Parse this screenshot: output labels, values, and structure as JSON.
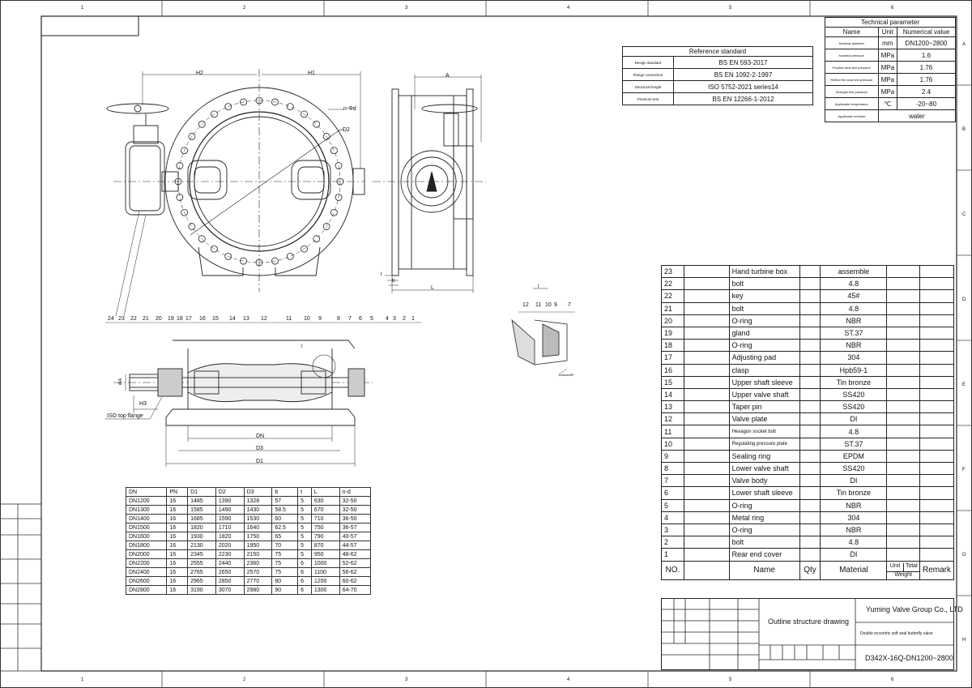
{
  "zones_top": [
    "1",
    "2",
    "3",
    "4",
    "5",
    "6"
  ],
  "zones_side": [
    "A",
    "B",
    "C",
    "D",
    "E",
    "F",
    "G",
    "H"
  ],
  "reference": {
    "title": "Reference standard",
    "rows": [
      {
        "k": "Design standard",
        "v": "BS EN 593-2017"
      },
      {
        "k": "Flange connection",
        "v": "BS EN 1092-2-1997"
      },
      {
        "k": "Structural length",
        "v": "ISO 5752-2021 series14"
      },
      {
        "k": "Pressure test",
        "v": "BS EN 12266-1-2012"
      }
    ]
  },
  "tech": {
    "title": "Technical parameter",
    "headers": [
      "Name",
      "Unit",
      "Numerical value"
    ],
    "rows": [
      {
        "k": "Nominal diameter",
        "u": "mm",
        "v": "DN1200~2800"
      },
      {
        "k": "Nominal pressure",
        "u": "MPa",
        "v": "1.6"
      },
      {
        "k": "Positive seat test pressure",
        "u": "MPa",
        "v": "1.76"
      },
      {
        "k": "Reflect the seat test pressure",
        "u": "MPa",
        "v": "1.76"
      },
      {
        "k": "Strength test pressure",
        "u": "MPa",
        "v": "2.4"
      },
      {
        "k": "Applicable temperature",
        "u": "℃",
        "v": "-20~80"
      },
      {
        "k": "Applicable medium",
        "u": "",
        "v": "water"
      }
    ]
  },
  "dims": {
    "headers": [
      "DN",
      "PN",
      "D1",
      "D2",
      "D3",
      "b",
      "t",
      "L",
      "n-d"
    ],
    "rows": [
      [
        "DN1200",
        "16",
        "1485",
        "1390",
        "1328",
        "57",
        "5",
        "630",
        "32-50"
      ],
      [
        "DN1300",
        "16",
        "1585",
        "1490",
        "1430",
        "58.5",
        "5",
        "670",
        "32-50"
      ],
      [
        "DN1400",
        "16",
        "1685",
        "1590",
        "1530",
        "60",
        "5",
        "710",
        "36-50"
      ],
      [
        "DN1500",
        "16",
        "1820",
        "1710",
        "1640",
        "62.5",
        "5",
        "750",
        "36-57"
      ],
      [
        "DN1600",
        "16",
        "1930",
        "1820",
        "1750",
        "65",
        "5",
        "790",
        "40-57"
      ],
      [
        "DN1800",
        "16",
        "2130",
        "2020",
        "1950",
        "70",
        "5",
        "870",
        "44-57"
      ],
      [
        "DN2000",
        "16",
        "2345",
        "2230",
        "2150",
        "75",
        "5",
        "950",
        "48-62"
      ],
      [
        "DN2200",
        "16",
        "2555",
        "2440",
        "2360",
        "75",
        "6",
        "1000",
        "52-62"
      ],
      [
        "DN2400",
        "16",
        "2765",
        "2650",
        "2570",
        "75",
        "6",
        "1100",
        "56-62"
      ],
      [
        "DN2600",
        "16",
        "2965",
        "2850",
        "2770",
        "80",
        "6",
        "1200",
        "60-62"
      ],
      [
        "DN2800",
        "16",
        "3190",
        "3070",
        "2980",
        "90",
        "6",
        "1300",
        "64-70"
      ]
    ]
  },
  "parts": [
    {
      "no": "23",
      "name": "Hand turbine box",
      "mat": "assemble"
    },
    {
      "no": "22",
      "name": "bolt",
      "mat": "4.8"
    },
    {
      "no": "22",
      "name": "key",
      "mat": "45#"
    },
    {
      "no": "21",
      "name": "bolt",
      "mat": "4.8"
    },
    {
      "no": "20",
      "name": "O-ring",
      "mat": "NBR"
    },
    {
      "no": "19",
      "name": "gland",
      "mat": "ST.37"
    },
    {
      "no": "18",
      "name": "O-ring",
      "mat": "NBR"
    },
    {
      "no": "17",
      "name": "Adjusting pad",
      "mat": "304"
    },
    {
      "no": "16",
      "name": "clasp",
      "mat": "Hpb59-1"
    },
    {
      "no": "15",
      "name": "Upper shaft sleeve",
      "mat": "Tin bronze"
    },
    {
      "no": "14",
      "name": "Upper valve shaft",
      "mat": "SS420"
    },
    {
      "no": "13",
      "name": "Taper pin",
      "mat": "SS420"
    },
    {
      "no": "12",
      "name": "Valve plate",
      "mat": "DI"
    },
    {
      "no": "11",
      "name": "Hexagon socket bolt",
      "mat": "4.8"
    },
    {
      "no": "10",
      "name": "Regulating pressure plate",
      "mat": "ST.37"
    },
    {
      "no": "9",
      "name": "Sealing ring",
      "mat": "EPDM"
    },
    {
      "no": "8",
      "name": "Lower valve shaft",
      "mat": "SS420"
    },
    {
      "no": "7",
      "name": "Valve body",
      "mat": "DI"
    },
    {
      "no": "6",
      "name": "Lower shaft sleeve",
      "mat": "Tin bronze"
    },
    {
      "no": "5",
      "name": "O-ring",
      "mat": "NBR"
    },
    {
      "no": "4",
      "name": "Metal ring",
      "mat": "304"
    },
    {
      "no": "3",
      "name": "O-ring",
      "mat": "NBR"
    },
    {
      "no": "2",
      "name": "bolt",
      "mat": "4.8"
    },
    {
      "no": "1",
      "name": "Rear end cover",
      "mat": "DI"
    }
  ],
  "parts_header": {
    "no": "NO.",
    "name": "Name",
    "qty": "Qty",
    "mat": "Material",
    "unit": "Unit",
    "total": "Total",
    "weight": "Weight",
    "remark": "Remark"
  },
  "title_block": {
    "company": "Yuming Valve Group Co., LTD",
    "drawing": "Outline structure drawing",
    "product": "Double eccentric soft seal butterfly valve",
    "model": "D342X-16Q-DN1200~2800"
  },
  "labels": {
    "H2": "H2",
    "H1": "H1",
    "A": "A",
    "L": "L",
    "t": "t",
    "b": "b",
    "nd": "n-Φd",
    "D2": "D2",
    "DN": "DN",
    "D3": "D3",
    "D1": "D1",
    "H3": "H3",
    "phiA": "ΦA",
    "iso": "ISO top flange",
    "detail": "I",
    "section_I": "I",
    "detail_note": "bottom/BP",
    "callouts_left": [
      "24",
      "23",
      "22",
      "21",
      "20",
      "19",
      "18",
      "17",
      "16",
      "15",
      "14",
      "13",
      "12"
    ],
    "callouts_right": [
      "11",
      "10",
      "9",
      "8",
      "7",
      "6",
      "5",
      "4",
      "3",
      "2",
      "1"
    ],
    "detail_callouts": [
      "12",
      "11",
      "10",
      "9",
      "7"
    ]
  }
}
